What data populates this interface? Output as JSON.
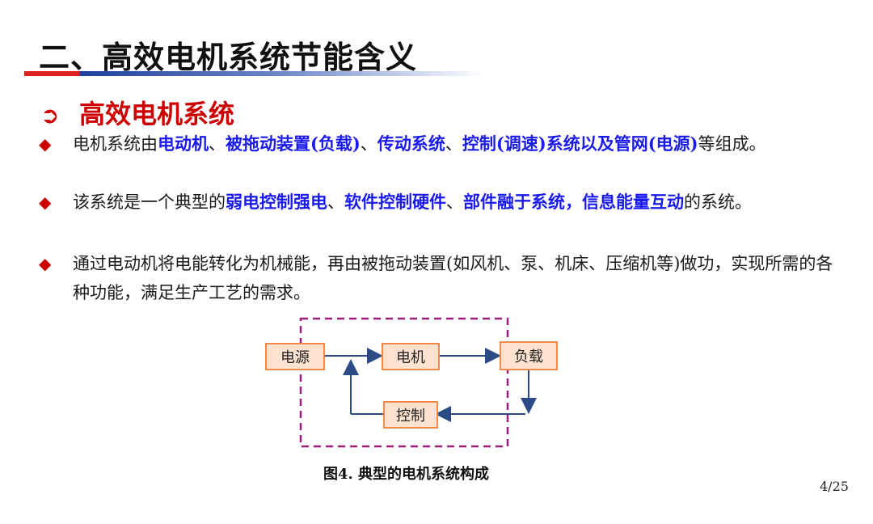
{
  "title": "二、高效电机系统节能含义",
  "section": {
    "arrow": "➲",
    "label": "高效电机系统"
  },
  "bullets": [
    {
      "symbol": "◆",
      "parts": [
        {
          "text": "电机系统由",
          "hl": false
        },
        {
          "text": "电动机",
          "hl": true
        },
        {
          "text": "、",
          "hl": false
        },
        {
          "text": "被拖动装置(负载)",
          "hl": true
        },
        {
          "text": "、",
          "hl": false
        },
        {
          "text": "传动系统",
          "hl": true
        },
        {
          "text": "、",
          "hl": false
        },
        {
          "text": "控制(调速)系统以及管网(电源)",
          "hl": true
        },
        {
          "text": "等组成。",
          "hl": false
        }
      ]
    },
    {
      "symbol": "◆",
      "parts": [
        {
          "text": "该系统是一个典型的",
          "hl": false
        },
        {
          "text": "弱电控制强电",
          "hl": true
        },
        {
          "text": "、",
          "hl": false
        },
        {
          "text": "软件控制硬件",
          "hl": true
        },
        {
          "text": "、",
          "hl": false
        },
        {
          "text": "部件融于系统，信息能量互动",
          "hl": true
        },
        {
          "text": "的系统。",
          "hl": false
        }
      ]
    },
    {
      "symbol": "◆",
      "parts": [
        {
          "text": "通过电动机将电能转化为机械能，再由被拖动装置(如风机、泵、机床、压缩机等)做功，实现所需的各种功能，满足生产工艺的需求。",
          "hl": false
        }
      ]
    }
  ],
  "diagram": {
    "power": "电源",
    "motor": "电机",
    "load": "负载",
    "control": "控制"
  },
  "caption": "图4. 典型的电机系统构成",
  "page": "4/25"
}
